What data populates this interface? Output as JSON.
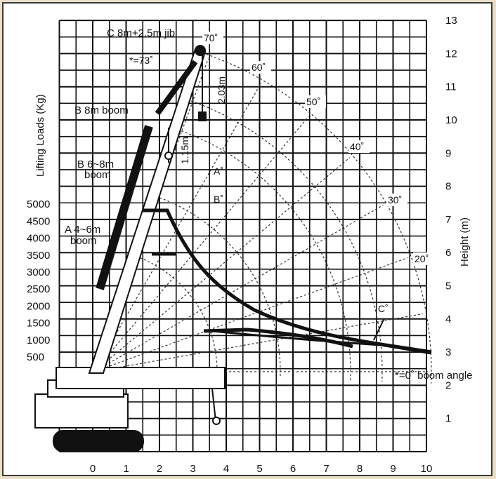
{
  "chart_data": {
    "type": "load_chart",
    "x_axis": {
      "range": [
        -1,
        10
      ],
      "ticks": [
        "0",
        "1",
        "2",
        "3",
        "4",
        "5",
        "6",
        "7",
        "8",
        "9",
        "10"
      ]
    },
    "height_axis": {
      "label": "Height (m)",
      "range": [
        0,
        13
      ],
      "ticks": [
        "1",
        "2",
        "3",
        "4",
        "5",
        "6",
        "7",
        "8",
        "9",
        "10",
        "11",
        "12",
        "13"
      ]
    },
    "load_axis": {
      "label": "Lifting Loads (Kg)",
      "ticks": [
        "500",
        "1000",
        "1500",
        "2000",
        "2500",
        "3000",
        "3500",
        "4000",
        "4500",
        "5000"
      ]
    },
    "boom_angles": [
      "70˚",
      "60˚",
      "50˚",
      "40˚",
      "30˚",
      "20˚"
    ],
    "boom_labels": {
      "c_jib": "C 8m+2.5m jib",
      "star_max": "*=73˚",
      "b_8m": "B 8m boom",
      "b_6_8_line1": "B 6~8m",
      "b_6_8_line2": "boom",
      "a_4_6_line1": "A 4~6m",
      "a_4_6_line2": "boom",
      "jib_length": "2.03m",
      "hook_length": "1.15m",
      "star_zero": "*=0˚ boom angle"
    },
    "curve_labels": {
      "a": "A˚",
      "b": "B˚",
      "c": "C˚"
    },
    "grid": true
  }
}
